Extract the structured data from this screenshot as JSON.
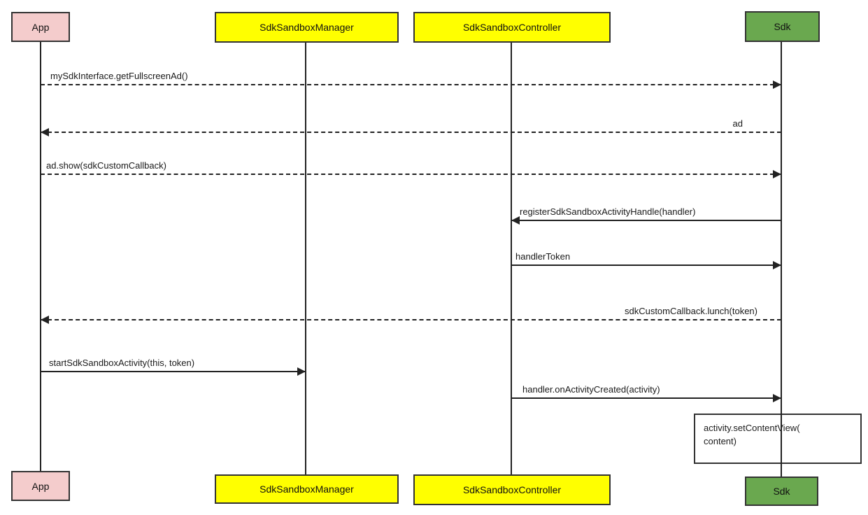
{
  "diagram": {
    "type": "uml-sequence-diagram",
    "background_color": "#ffffff",
    "line_color": "#222222",
    "actors": [
      {
        "id": "app",
        "label": "App",
        "fill": "#f4cccc",
        "border": "#333333"
      },
      {
        "id": "sdk-sandbox-manager",
        "label": "SdkSandboxManager",
        "fill": "#ffff00",
        "border": "#333333"
      },
      {
        "id": "sdk-sandbox-controller",
        "label": "SdkSandboxController",
        "fill": "#ffff00",
        "border": "#333333"
      },
      {
        "id": "sdk",
        "label": "Sdk",
        "fill": "#6aa84f",
        "border": "#333333"
      }
    ],
    "messages": [
      {
        "label": "mySdkInterface.getFullscreenAd()",
        "from": "App",
        "to": "Sdk",
        "style": "dashed",
        "direction": "right"
      },
      {
        "label": "ad",
        "from": "Sdk",
        "to": "App",
        "style": "dashed",
        "direction": "left"
      },
      {
        "label": "ad.show(sdkCustomCallback)",
        "from": "App",
        "to": "Sdk",
        "style": "dashed",
        "direction": "right"
      },
      {
        "label": "registerSdkSandboxActivityHandle(handler)",
        "from": "Sdk",
        "to": "SdkSandboxController",
        "style": "solid",
        "direction": "left"
      },
      {
        "label": "handlerToken",
        "from": "SdkSandboxController",
        "to": "Sdk",
        "style": "solid",
        "direction": "right"
      },
      {
        "label": "sdkCustomCallback.lunch(token)",
        "from": "Sdk",
        "to": "App",
        "style": "dashed",
        "direction": "left"
      },
      {
        "label": "startSdkSandboxActivity(this, token)",
        "from": "App",
        "to": "SdkSandboxManager",
        "style": "solid",
        "direction": "right"
      },
      {
        "label": "handler.onActivityCreated(activity)",
        "from": "SdkSandboxController",
        "to": "Sdk",
        "style": "solid",
        "direction": "right"
      }
    ],
    "note": {
      "anchor": "Sdk",
      "line1": "activity.setContentView(",
      "line2": "content)"
    }
  }
}
